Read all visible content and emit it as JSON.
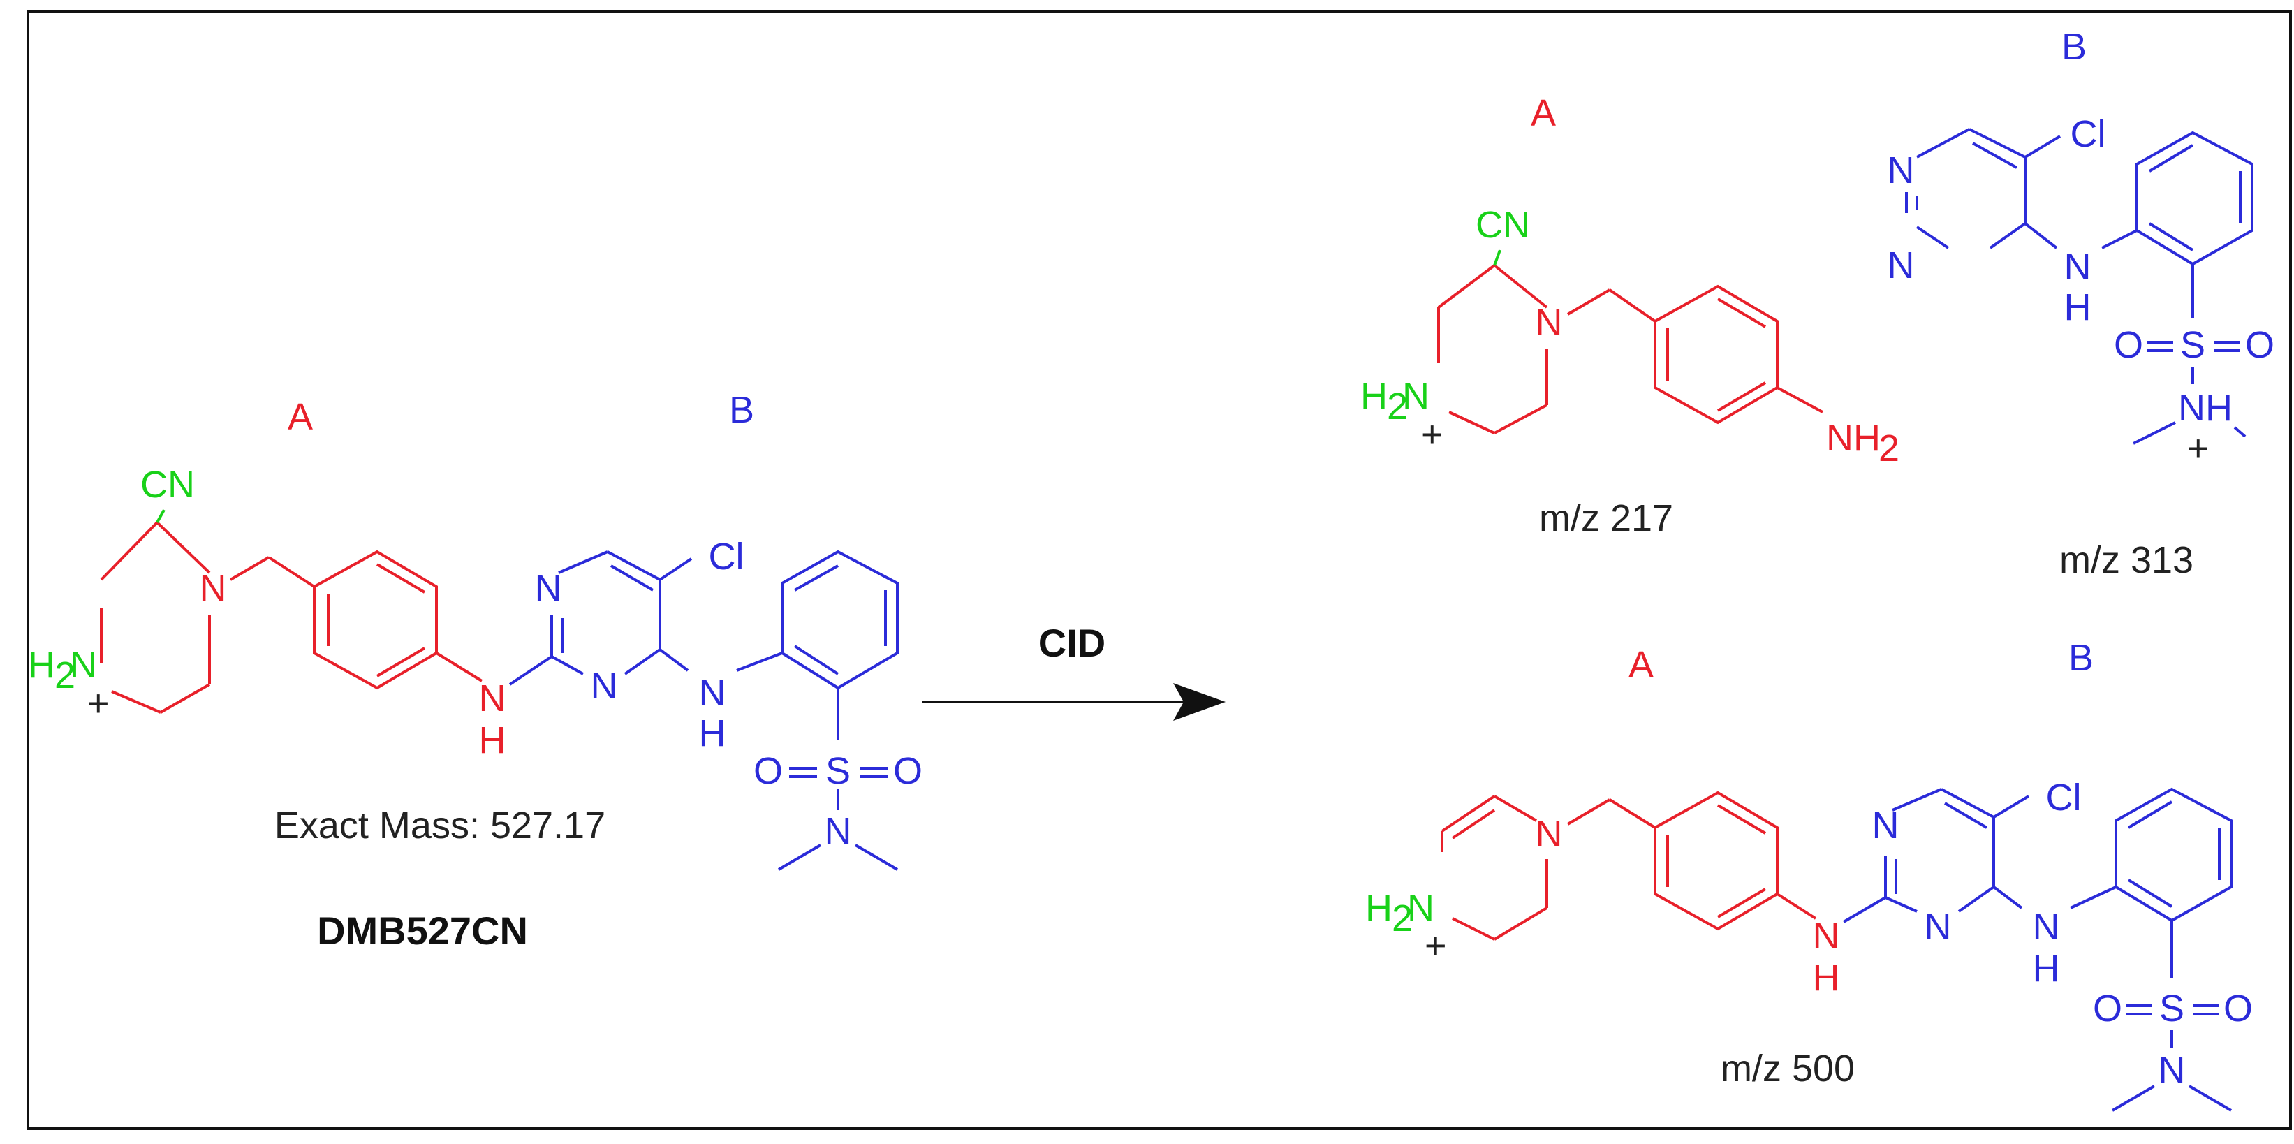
{
  "colors": {
    "fragment_a": "#e8202a",
    "fragment_b": "#2b2bd9",
    "amine_group": "#19d119",
    "text": "#222222",
    "frame": "#111111"
  },
  "reaction": {
    "arrow_label": "CID"
  },
  "parent": {
    "region_a": "A",
    "region_b": "B",
    "exact_mass": "Exact Mass: 527.17",
    "name": "DMB527CN"
  },
  "fragment_217": {
    "region": "A",
    "mz": "m/z 217"
  },
  "fragment_313": {
    "region": "B",
    "mz": "m/z 313"
  },
  "fragment_500": {
    "region_a": "A",
    "region_b": "B",
    "mz": "m/z 500"
  },
  "atoms": {
    "cn": "CN",
    "n": "N",
    "h": "H",
    "cl": "Cl",
    "s": "S",
    "o": "O",
    "h2": "H",
    "sub2": "2",
    "plus": "+",
    "nh2_n": "NH",
    "nh_n": "NH"
  }
}
